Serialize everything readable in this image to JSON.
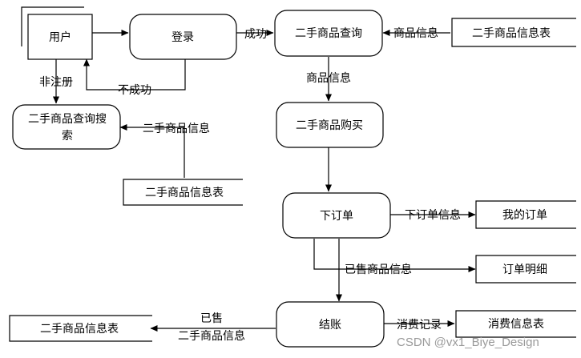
{
  "nodes": {
    "user": "用户",
    "login": "登录",
    "query": "二手商品查询",
    "search_line1": "二手商品查询搜",
    "search_line2": "索",
    "purchase": "二手商品购买",
    "order": "下订单",
    "checkout": "结账"
  },
  "stores": {
    "goods_table_top": "二手商品信息表",
    "goods_table_mid": "二手商品信息表",
    "my_orders": "我的订单",
    "order_detail": "订单明细",
    "consume_table": "消费信息表",
    "goods_table_bottom": "二手商品信息表"
  },
  "edges": {
    "success": "成功",
    "fail": "不成功",
    "unregistered": "非注册",
    "goods_info_top": "商品信息",
    "goods_info_query": "商品信息",
    "goods_info_search": "二手商品信息",
    "order_info": "下订单信息",
    "sold_info": "已售商品信息",
    "consume_record": "消费记录",
    "sold_line1": "已售",
    "sold_line2": "二手商品信息"
  },
  "watermark": "CSDN @vx1_Biye_Design"
}
